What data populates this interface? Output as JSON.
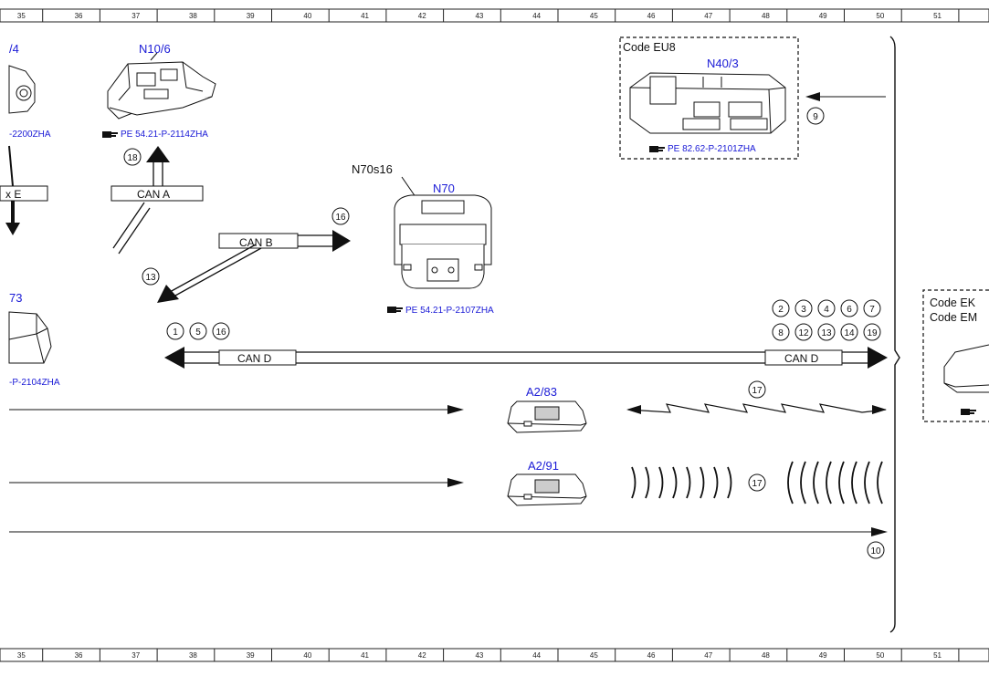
{
  "ruler": {
    "columns": [
      "35",
      "36",
      "37",
      "38",
      "39",
      "40",
      "41",
      "42",
      "43",
      "44",
      "45",
      "46",
      "47",
      "48",
      "49",
      "50",
      "51"
    ]
  },
  "components": {
    "n10_4": {
      "label": "/4",
      "ref": "-2200ZHA"
    },
    "n10_6": {
      "label": "N10/6",
      "ref": "PE 54.21-P-2114ZHA"
    },
    "n40_3": {
      "code": "Code EU8",
      "label": "N40/3",
      "ref": "PE 82.62-P-2101ZHA"
    },
    "n70": {
      "label": "N70",
      "sub_label": "N70s16",
      "ref": "PE 54.21-P-2107ZHA"
    },
    "a73": {
      "label": "73",
      "ref": "-P-2104ZHA"
    },
    "a2_83": {
      "label": "A2/83"
    },
    "a2_91": {
      "label": "A2/91"
    },
    "right_box": {
      "code_line1": "Code EK",
      "code_line2": "Code EM"
    }
  },
  "buses": {
    "flex_e": "x E",
    "can_a": "CAN A",
    "can_b": "CAN B",
    "can_d_left": "CAN D",
    "can_d_right": "CAN D"
  },
  "markers": {
    "m9": "9",
    "m18": "18",
    "m16": "16",
    "m13": "13",
    "left_group": [
      "1",
      "5",
      "16"
    ],
    "right_group_row1": [
      "2",
      "3",
      "4",
      "6",
      "7"
    ],
    "right_group_row2": [
      "8",
      "12",
      "13",
      "14",
      "19"
    ],
    "m17_top": "17",
    "m17_bottom": "17",
    "m10": "10"
  },
  "icons": {
    "ref_pointer": "pointing-hand-icon"
  }
}
